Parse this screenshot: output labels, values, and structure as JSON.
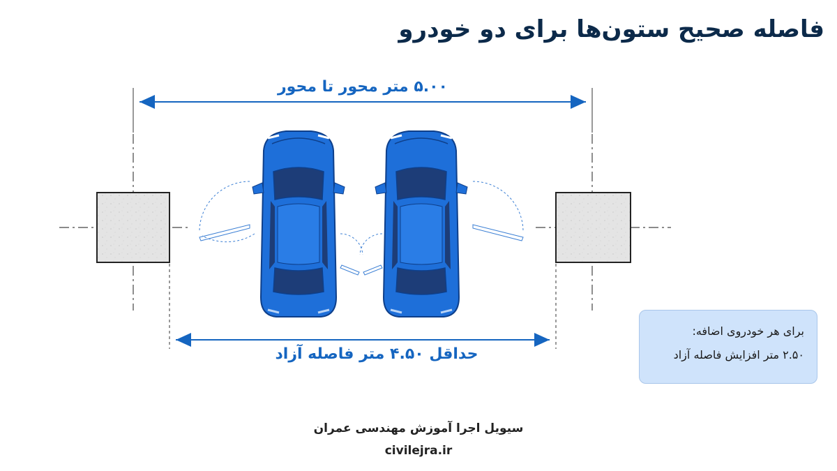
{
  "title": "فاصله صحیح ستون‌ها برای دو خودرو",
  "dimensions": {
    "axis_to_axis": "۵.۰۰ متر محور تا محور",
    "clear_distance": "حداقل ۴.۵۰ متر فاصله آزاد"
  },
  "note": {
    "line1": "برای هر خودروی اضافه:",
    "line2": "۲.۵۰ متر افزایش فاصله آزاد"
  },
  "footer": {
    "organization": "سیویل اجرا آموزش مهندسی عمران",
    "website": "civilejra.ir"
  },
  "colors": {
    "title": "#0c2a4a",
    "dimension": "#1565c0",
    "car_body": "#1e6fd9",
    "car_glass": "#1d3d78",
    "column_fill": "#e3e3e3",
    "note_bg": "#cfe3fb"
  },
  "icons": [
    "column-left",
    "column-right",
    "car-left",
    "car-right",
    "door-swing-arc"
  ]
}
